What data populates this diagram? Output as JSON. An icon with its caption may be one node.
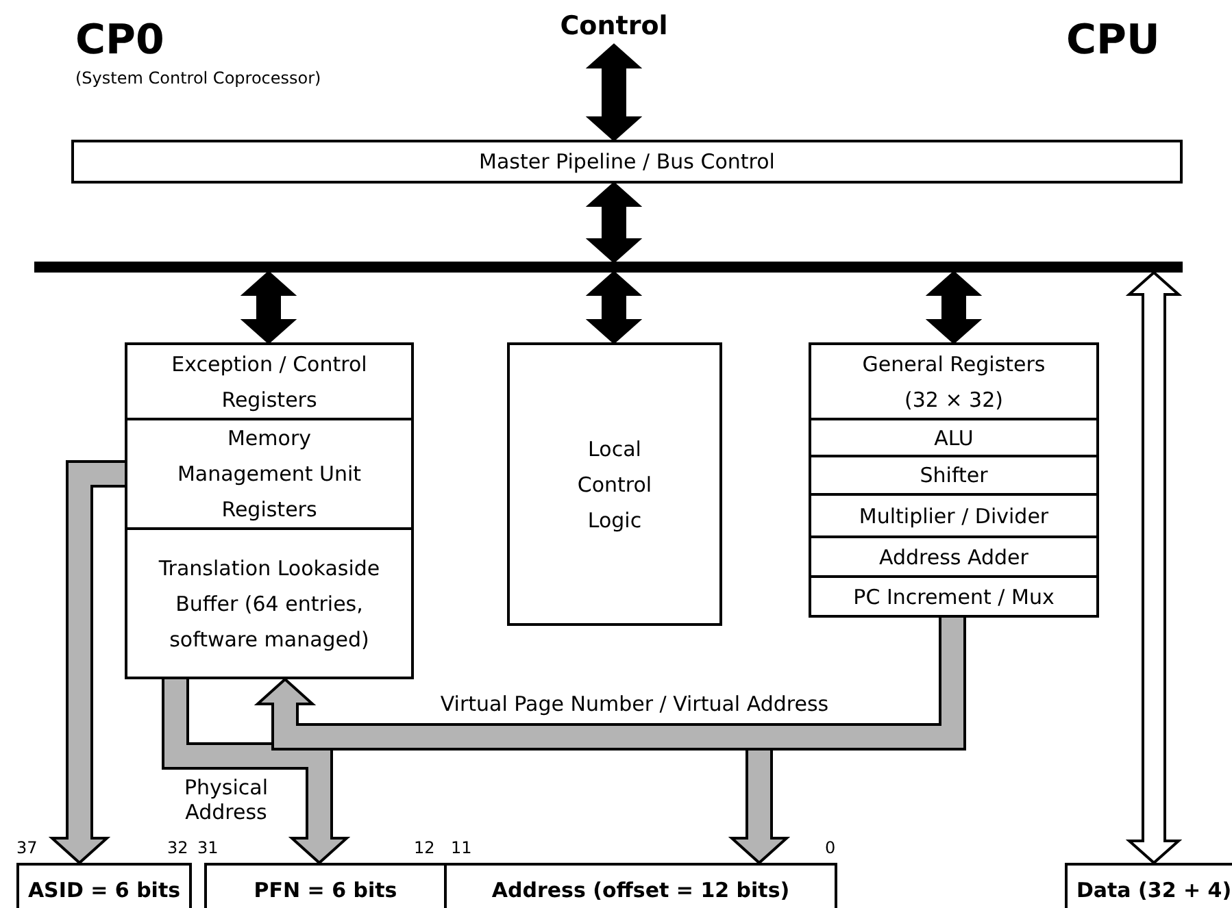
{
  "diagram": {
    "nodes": [
      {
        "text": [
          "Control"
        ]
      },
      {
        "text": [
          "Master Pipeline / Bus Control"
        ]
      },
      {
        "text": [],
        "shape": "bar"
      },
      {
        "text": [
          "Exception / Control Registers"
        ]
      },
      {
        "text": [
          "Memory Management Unit Registers"
        ]
      },
      {
        "text": [
          "Translation Lookaside Buffer (64 entries, software managed)"
        ]
      },
      {
        "text": [
          "Local Control Logic"
        ]
      },
      {
        "text": [
          "General Registers (32 × 32)"
        ]
      },
      {
        "text": [
          "ALU"
        ]
      },
      {
        "text": [
          "Shifter"
        ]
      },
      {
        "text": [
          "Multiplier / Divider"
        ]
      },
      {
        "text": [
          "Address Adder"
        ]
      },
      {
        "text": [
          "PC Increment / Mux"
        ]
      },
      {
        "text": [
          "ASID = 6 bits"
        ]
      },
      {
        "text": [
          "PFN = 6 bits"
        ]
      },
      {
        "text": [
          "Address (offset = 12 bits)"
        ]
      },
      {
        "text": [
          "Data (32 + 4)"
        ]
      }
    ],
    "edges": [
      {
        "from": 0,
        "to": 1,
        "arrow": "both"
      },
      {
        "from": 1,
        "to": 2,
        "arrow": "both"
      },
      {
        "from": 2,
        "to": 3,
        "arrow": "both"
      },
      {
        "from": 2,
        "to": 6,
        "arrow": "both"
      },
      {
        "from": 2,
        "to": 7,
        "arrow": "both"
      },
      {
        "from": 2,
        "to": 16,
        "arrow": "both",
        "color": "#ffffff"
      },
      {
        "from": 4,
        "to": 13,
        "arrow": "to",
        "color": "#b4b4b4"
      },
      {
        "from": 5,
        "to": 14,
        "arrow": "to",
        "label": "Physical Address",
        "color": "#b4b4b4"
      },
      {
        "from": 12,
        "to": 5,
        "arrow": "to",
        "label": "Virtual Page Number / Virtual Address",
        "color": "#b4b4b4"
      },
      {
        "from": 12,
        "to": 15,
        "arrow": "to",
        "color": "#b4b4b4"
      }
    ],
    "labels": [
      "CP0",
      "(System Control Coprocessor)",
      "CPU",
      "37",
      "32",
      "31",
      "12",
      "11",
      "0"
    ]
  }
}
